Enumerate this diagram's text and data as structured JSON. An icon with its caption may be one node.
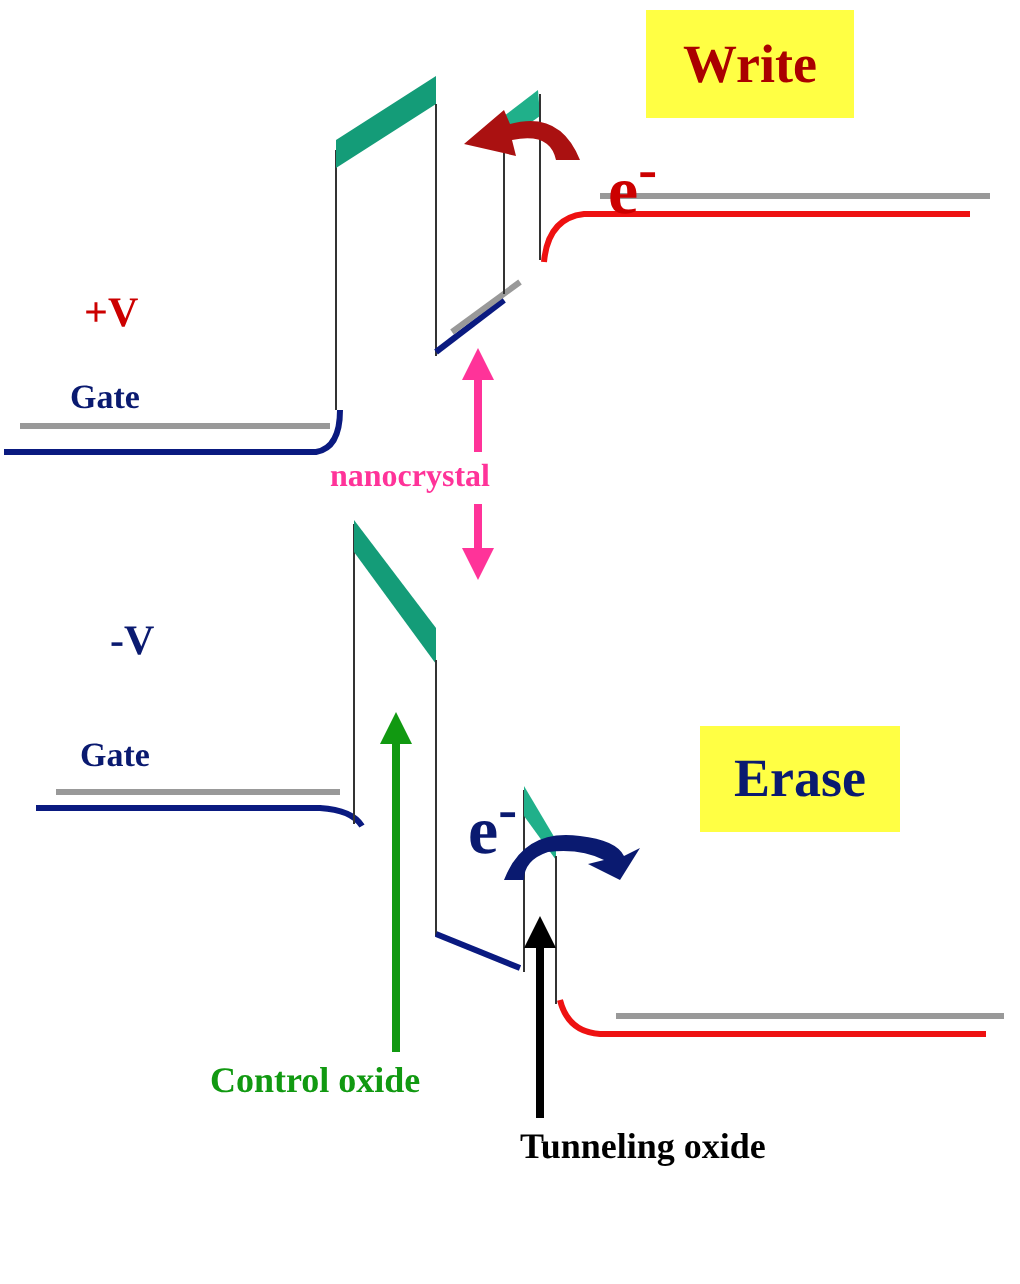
{
  "diagram": {
    "nodes": [
      {
        "text": [
          "Write"
        ]
      },
      {
        "text": [
          "Erase"
        ]
      },
      {
        "text": [
          "nanocrystal"
        ]
      },
      {
        "text": [
          "Control oxide"
        ]
      },
      {
        "text": [
          "Tunneling oxide"
        ]
      }
    ],
    "edges": [
      {
        "from": 2,
        "to": null,
        "arrow": "to",
        "color": "#ff3399"
      },
      {
        "from": 2,
        "to": null,
        "arrow": "to",
        "color": "#ff3399"
      },
      {
        "from": 3,
        "to": null,
        "arrow": "to",
        "color": "#119911"
      },
      {
        "from": 4,
        "to": null,
        "arrow": "to",
        "color": "#000000"
      }
    ],
    "labels": [
      "e$^{-}$",
      "+V",
      "Gate",
      "-V",
      "Gate",
      "e$^{-}$"
    ]
  }
}
